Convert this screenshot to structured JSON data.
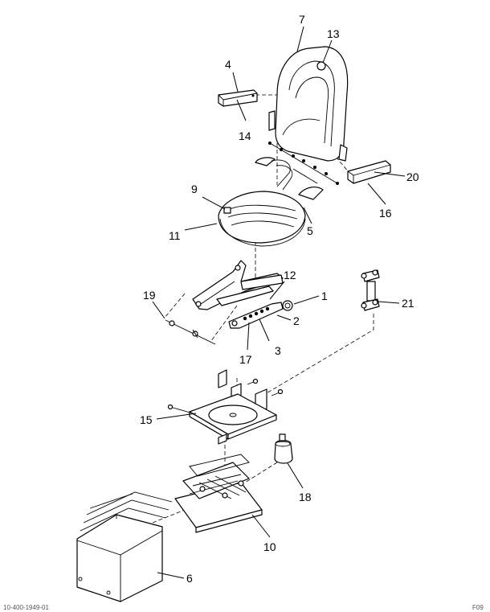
{
  "callouts": {
    "c1": "1",
    "c2": "2",
    "c3": "3",
    "c4": "4",
    "c5": "5",
    "c6": "6",
    "c7": "7",
    "c9": "9",
    "c10": "10",
    "c11": "11",
    "c12": "12",
    "c13": "13",
    "c14": "14",
    "c15": "15",
    "c16": "16",
    "c17": "17",
    "c18": "18",
    "c19": "19",
    "c20": "20",
    "c21": "21"
  },
  "footer": {
    "left": "10-400-1949-01",
    "right": "F09"
  },
  "icons": {
    "diagram": "exploded-seat-assembly"
  },
  "colors": {
    "line": "#000000",
    "background": "#ffffff"
  }
}
